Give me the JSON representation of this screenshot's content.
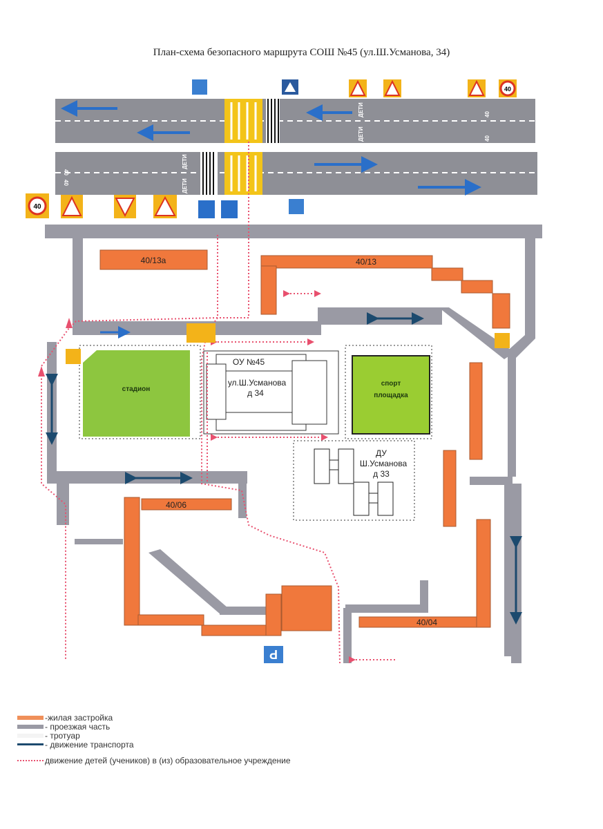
{
  "title": "План-схема безопасного маршрута СОШ №45 (ул.Ш.Усманова, 34)",
  "road_marking": "ДЕТИ",
  "speed_limit": "40",
  "parking": "P",
  "buildings": {
    "b1": "40/13а",
    "b2": "40/13",
    "b3": "40/06",
    "b4": "40/04"
  },
  "stadium": "стадион",
  "sport_ground": [
    "спорт",
    "площадка"
  ],
  "school": {
    "name": "ОУ №45",
    "address": "ул.Ш.Усманова",
    "house": "д 34"
  },
  "kindergarten": {
    "name": "ДУ",
    "address": "Ш.Усманова",
    "house": "д 33"
  },
  "legend": [
    {
      "label": "-жилая застройка",
      "color": "#f0905a"
    },
    {
      "label": "- проезжая часть",
      "color": "#9a9aa4"
    },
    {
      "label": "- тротуар",
      "color": "#f4f4f4"
    },
    {
      "label": "- движение транспорта",
      "color": "#1c4a6e"
    },
    {
      "label": "движение детей (учеников) в (из) образовательное учреждение",
      "color": "#e8506e"
    }
  ]
}
